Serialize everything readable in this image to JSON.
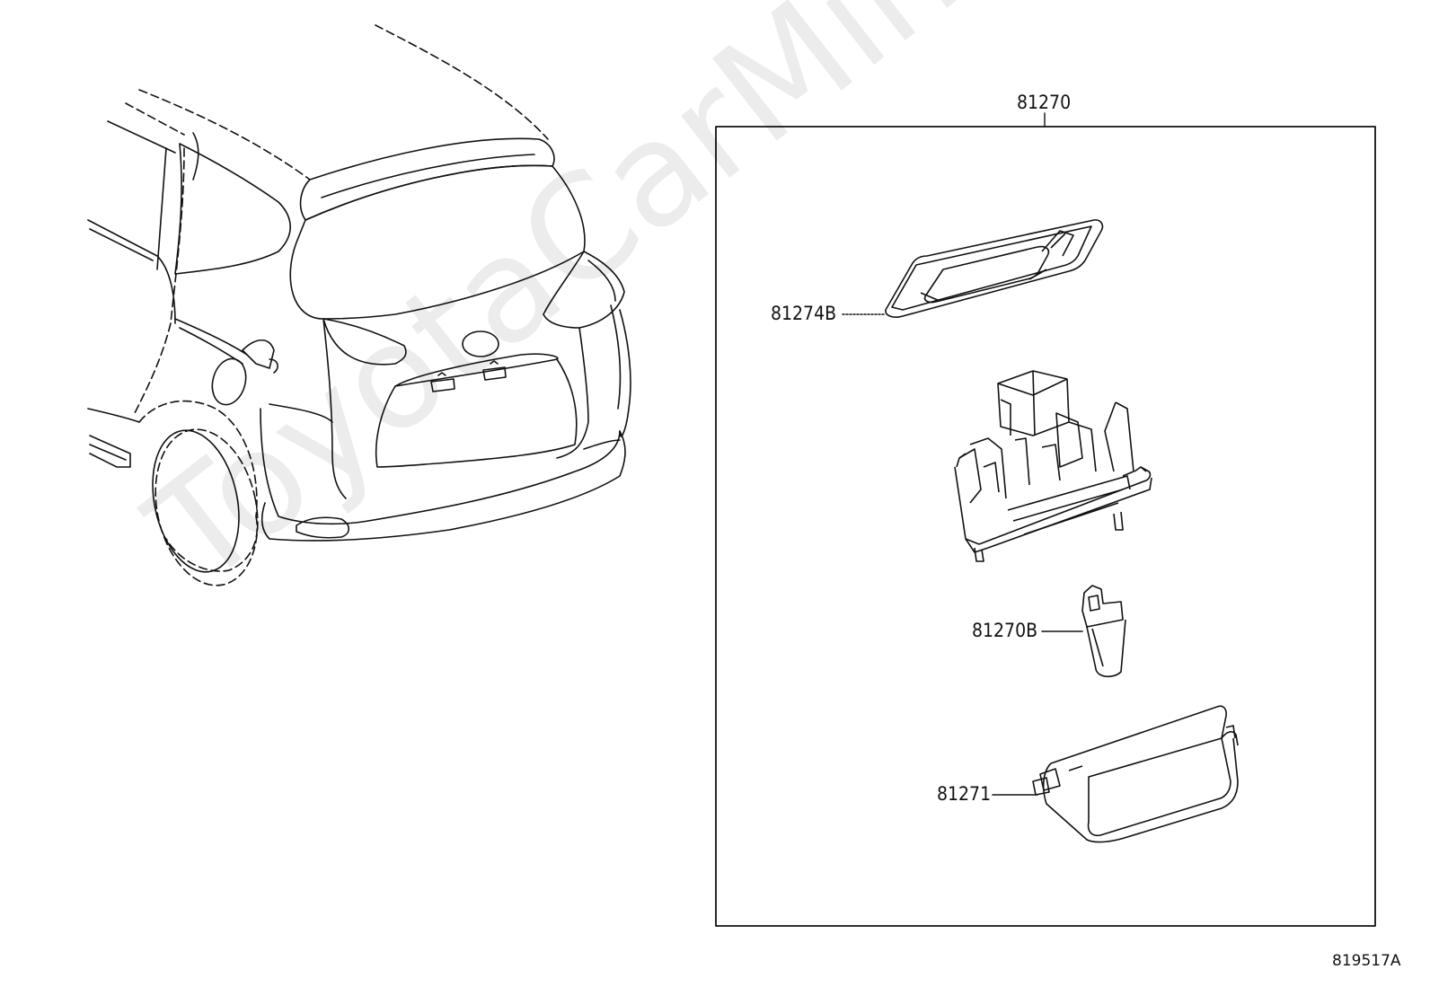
{
  "diagram": {
    "assembly_label": "81270",
    "parts": [
      {
        "id": "part-81274b",
        "label": "81274B"
      },
      {
        "id": "part-81270b",
        "label": "81270B"
      },
      {
        "id": "part-81271",
        "label": "81271"
      }
    ],
    "illustration_code": "819517A"
  },
  "watermark": "ToyotaCarMine.ru",
  "colors": {
    "line": "#111111",
    "background": "#ffffff"
  }
}
